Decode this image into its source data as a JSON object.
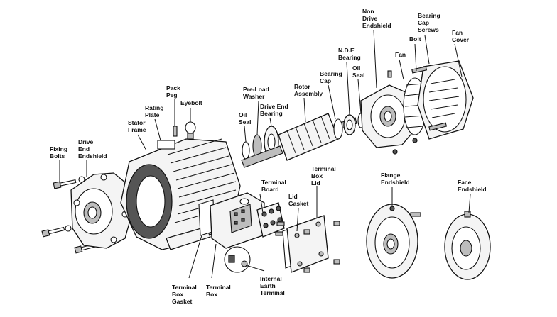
{
  "labels": {
    "fixing_bolts": [
      "Fixing",
      "Bolts"
    ],
    "drive_end_endshield": [
      "Drive",
      "End",
      "Endshield"
    ],
    "stator_frame": [
      "Stator",
      "Frame"
    ],
    "rating_plate": [
      "Rating",
      "Plate"
    ],
    "pack_peg": [
      "Pack",
      "Peg"
    ],
    "eyebolt": [
      "Eyebolt"
    ],
    "oil_seal_left": [
      "Oil",
      "Seal"
    ],
    "pre_load_washer": [
      "Pre-Load",
      "Washer"
    ],
    "drive_end_bearing": [
      "Drive End",
      "Bearing"
    ],
    "rotor_assembly": [
      "Rotor",
      "Assembly"
    ],
    "bearing_cap": [
      "Bearing",
      "Cap"
    ],
    "nde_bearing": [
      "N.D.E",
      "Bearing"
    ],
    "oil_seal_right": [
      "Oil",
      "Seal"
    ],
    "non_drive_endshield": [
      "Non",
      "Drive",
      "Endshield"
    ],
    "fan": [
      "Fan"
    ],
    "bolt": [
      "Bolt"
    ],
    "bearing_cap_screws": [
      "Bearing",
      "Cap",
      "Screws"
    ],
    "fan_cover": [
      "Fan",
      "Cover"
    ],
    "terminal_board": [
      "Terminal",
      "Board"
    ],
    "terminal_box_lid": [
      "Terminal",
      "Box",
      "Lid"
    ],
    "lid_gasket": [
      "Lid",
      "Gasket"
    ],
    "flange_endshield": [
      "Flange",
      "Endshield"
    ],
    "face_endshield": [
      "Face",
      "Endshield"
    ],
    "terminal_box_gasket": [
      "Terminal",
      "Box",
      "Gasket"
    ],
    "terminal_box": [
      "Terminal",
      "Box"
    ],
    "internal_earth_terminal": [
      "Internal",
      "Earth",
      "Terminal"
    ]
  }
}
